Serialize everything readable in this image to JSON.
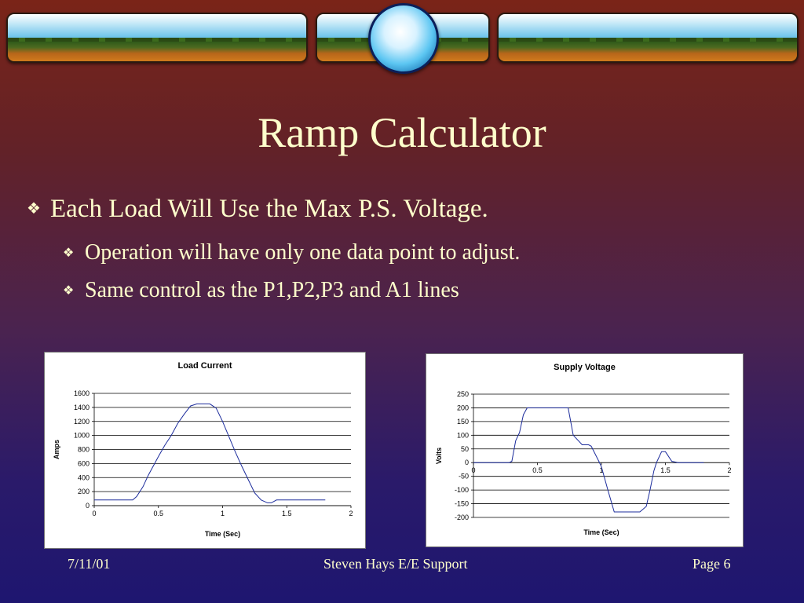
{
  "slide": {
    "title": "Ramp Calculator",
    "bullets": [
      {
        "level": 1,
        "text": "Each Load Will Use the Max P.S. Voltage."
      },
      {
        "level": 2,
        "text": "Operation will have only one data point to adjust."
      },
      {
        "level": 2,
        "text": "Same control as the P1,P2,P3 and A1 lines"
      }
    ],
    "bullet_icon": "diamond-bullet-icon",
    "text_color": "#ffffcc"
  },
  "footer": {
    "date": "7/11/01",
    "author": "Steven Hays E/E Support",
    "page": "Page 6"
  },
  "chart_data": [
    {
      "type": "line",
      "title": "Load Current",
      "xlabel": "Time (Sec)",
      "ylabel": "Amps",
      "xlim": [
        0,
        2
      ],
      "ylim": [
        0,
        1600
      ],
      "xticks": [
        "0",
        "0.5",
        "1",
        "1.5",
        "2"
      ],
      "yticks": [
        "1600",
        "1400",
        "1200",
        "1000",
        "800",
        "600",
        "400",
        "200",
        "0"
      ],
      "grid": true,
      "line_color": "#1c2c9c",
      "series": [
        {
          "x": [
            0,
            0.3,
            0.33,
            0.38,
            0.42,
            0.5,
            0.55,
            0.6,
            0.65,
            0.7,
            0.75,
            0.8,
            0.85,
            0.9,
            0.95,
            1.0,
            1.05,
            1.1,
            1.15,
            1.2,
            1.25,
            1.3,
            1.35,
            1.38,
            1.42,
            1.5,
            1.6,
            1.8
          ],
          "y": [
            80,
            80,
            130,
            270,
            430,
            700,
            860,
            1000,
            1170,
            1300,
            1420,
            1450,
            1450,
            1450,
            1390,
            1200,
            980,
            760,
            560,
            370,
            180,
            80,
            40,
            40,
            80,
            80,
            80,
            80
          ]
        }
      ]
    },
    {
      "type": "line",
      "title": "Supply Voltage",
      "xlabel": "Time (Sec)",
      "ylabel": "Volts",
      "xlim": [
        0,
        2
      ],
      "ylim": [
        -200,
        250
      ],
      "xticks": [
        "0",
        "0.5",
        "1",
        "1.5",
        "2"
      ],
      "yticks": [
        "250",
        "200",
        "150",
        "100",
        "50",
        "0",
        "-50",
        "-100",
        "-150",
        "-200"
      ],
      "grid": true,
      "line_color": "#1c2c9c",
      "series": [
        {
          "x": [
            0,
            0.28,
            0.3,
            0.33,
            0.36,
            0.39,
            0.42,
            0.5,
            0.6,
            0.7,
            0.74,
            0.78,
            0.85,
            0.9,
            0.92,
            0.98,
            1.0,
            1.05,
            1.1,
            1.3,
            1.35,
            1.38,
            1.41,
            1.43,
            1.47,
            1.5,
            1.55,
            1.6,
            1.8
          ],
          "y": [
            0,
            0,
            5,
            80,
            110,
            175,
            200,
            200,
            200,
            200,
            200,
            100,
            65,
            65,
            60,
            5,
            -15,
            -100,
            -180,
            -180,
            -160,
            -100,
            -30,
            0,
            40,
            40,
            5,
            0,
            0
          ]
        }
      ]
    }
  ]
}
